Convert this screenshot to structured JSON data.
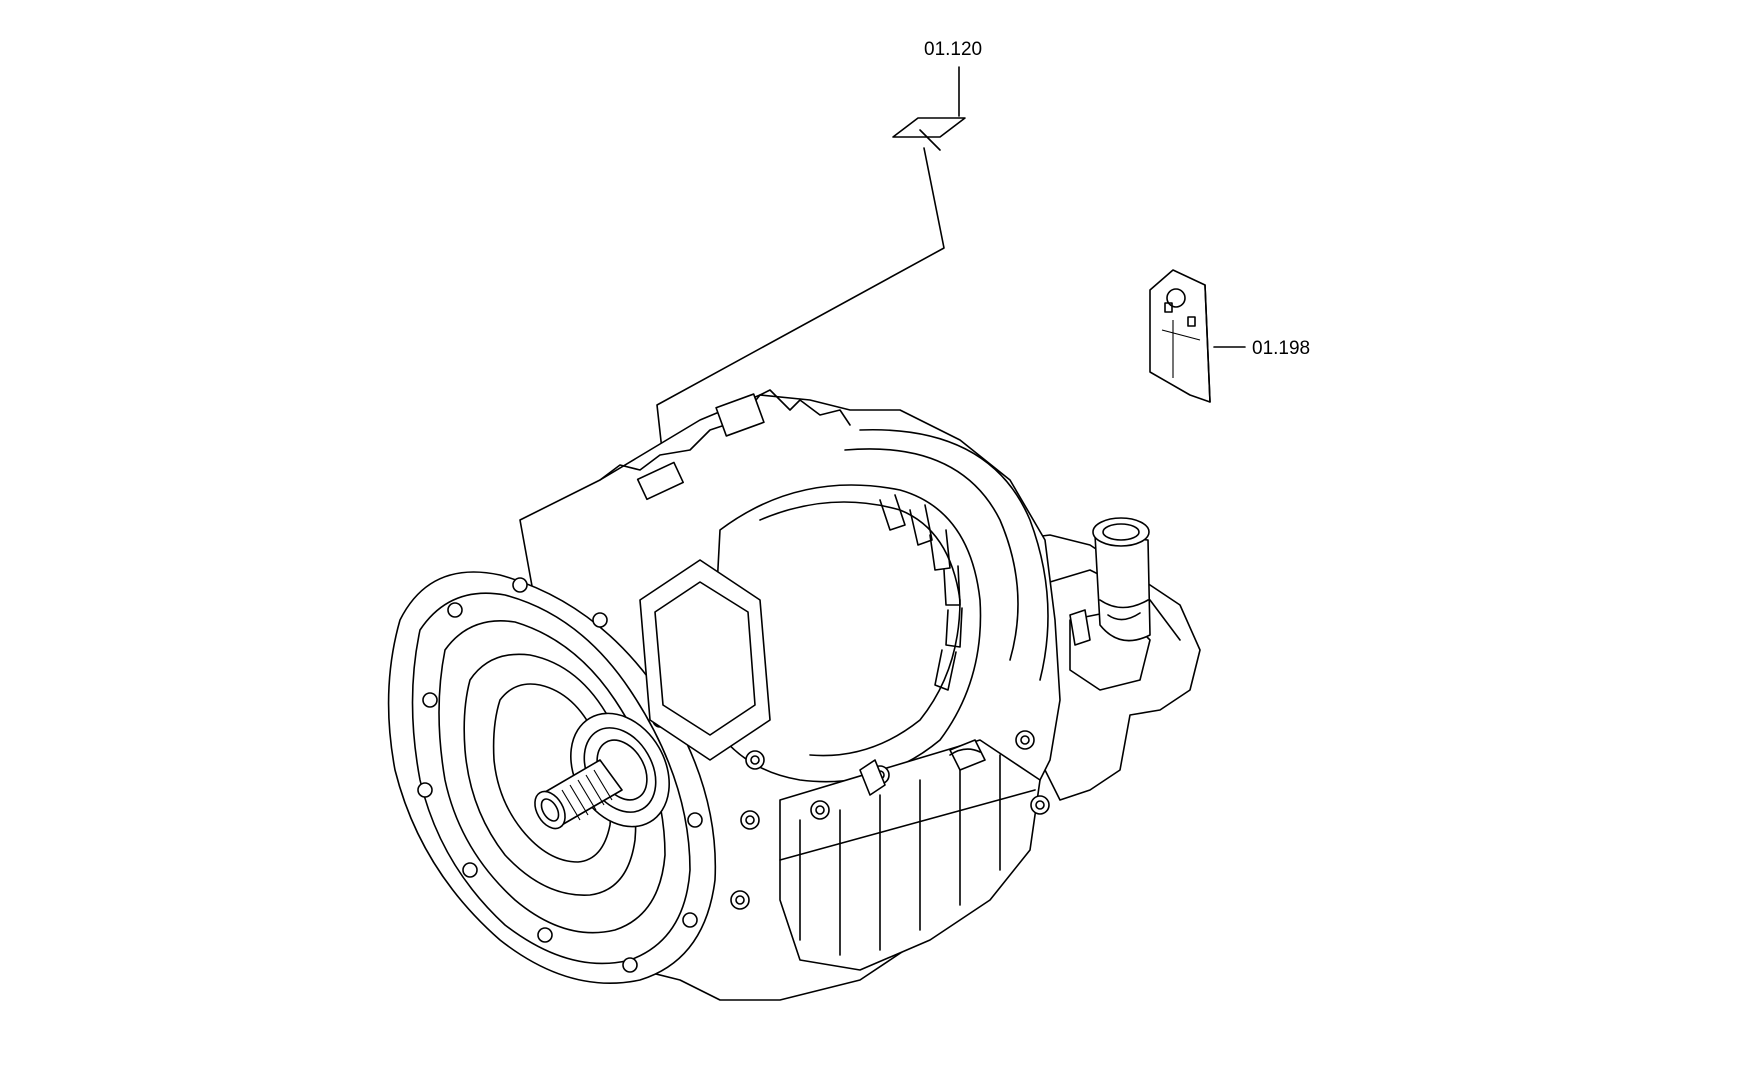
{
  "callouts": [
    {
      "id": "01.120",
      "label": "01.120"
    },
    {
      "id": "01.198",
      "label": "01.198"
    }
  ],
  "colors": {
    "line": "#000000",
    "background": "#ffffff"
  }
}
